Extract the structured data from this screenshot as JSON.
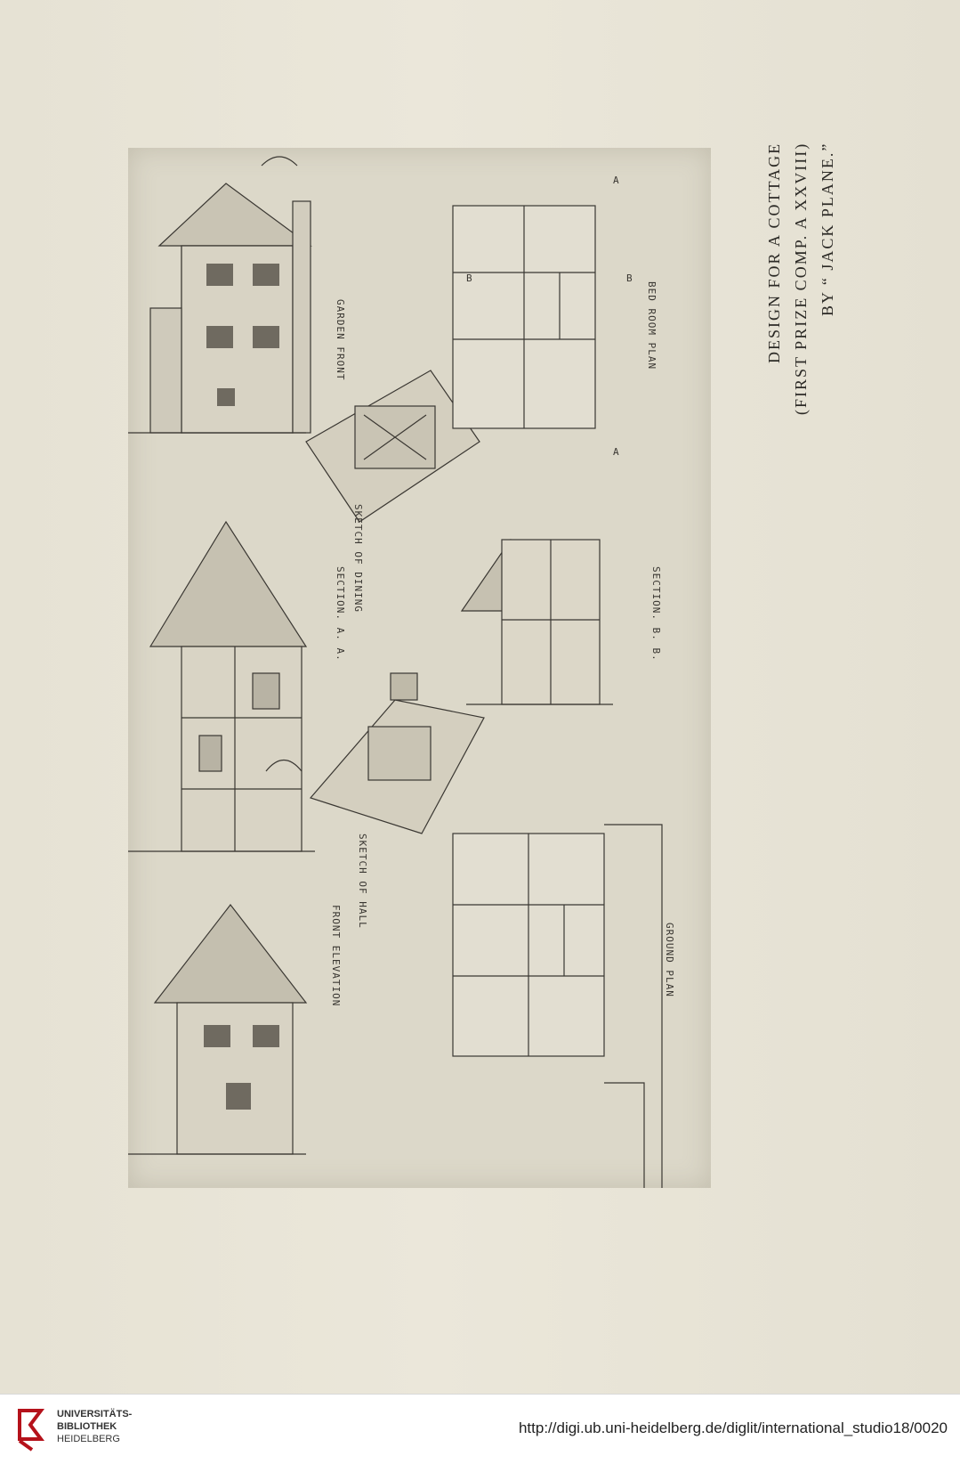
{
  "caption": {
    "line1": "DESIGN FOR A COTTAGE",
    "line2": "(FIRST PRIZE COMP. A XXVIII)",
    "line3": "BY “ JACK PLANE.”"
  },
  "drawing_labels": {
    "garden_front": "GARDEN FRONT",
    "section_aa": "SECTION. A. A.",
    "sketch_dining": "SKETCH OF DINING",
    "sketch_hall": "SKETCH OF HALL",
    "section_bb": "SECTION. B. B.",
    "bed_room_plan": "BED ROOM PLAN",
    "front_elevation": "FRONT ELEVATION",
    "ground_plan": "GROUND PLAN",
    "marker_a1": "A",
    "marker_a2": "A",
    "marker_b1": "B",
    "marker_b2": "B"
  },
  "footer": {
    "logo_line1": "UNIVERSITÄTS-",
    "logo_line2": "BIBLIOTHEK",
    "logo_line3": "HEIDELBERG",
    "url": "http://digi.ub.uni-heidelberg.de/diglit/international_studio18/0020"
  },
  "colors": {
    "paper": "#e7e3d6",
    "plate": "#dcd8c9",
    "ink": "#2c2a26",
    "logo_red": "#b5121b"
  }
}
